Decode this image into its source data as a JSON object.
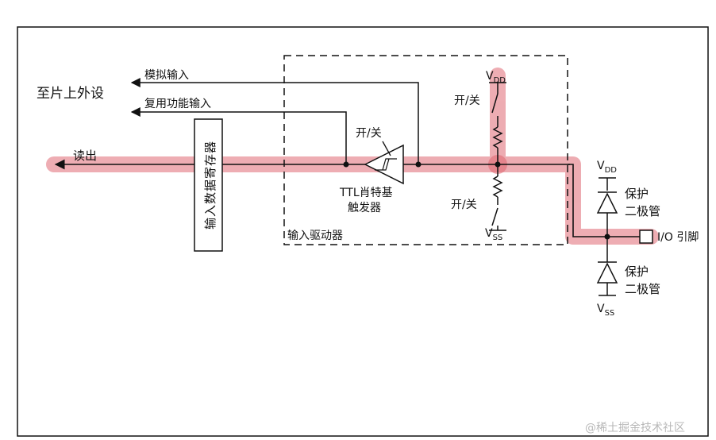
{
  "labels": {
    "peripheral": "至片上外设",
    "analog_input": "模拟输入",
    "af_input": "复用功能输入",
    "read": "读出",
    "input_register": "输入数据寄存器",
    "switch": "开/关",
    "ttl_line1": "TTL肖特基",
    "ttl_line2": "触发器",
    "input_driver": "输入驱动器",
    "vdd_main": "V",
    "vdd_sub": "DD",
    "vss_main": "V",
    "vss_sub": "SS",
    "protect_line1": "保护",
    "protect_line2": "二极管",
    "io_pin": "I/O 引脚"
  },
  "watermark": "@稀土掘金技术社区",
  "colors": {
    "highlight": "#e88a90",
    "line": "#111111",
    "background": "#ffffff"
  }
}
